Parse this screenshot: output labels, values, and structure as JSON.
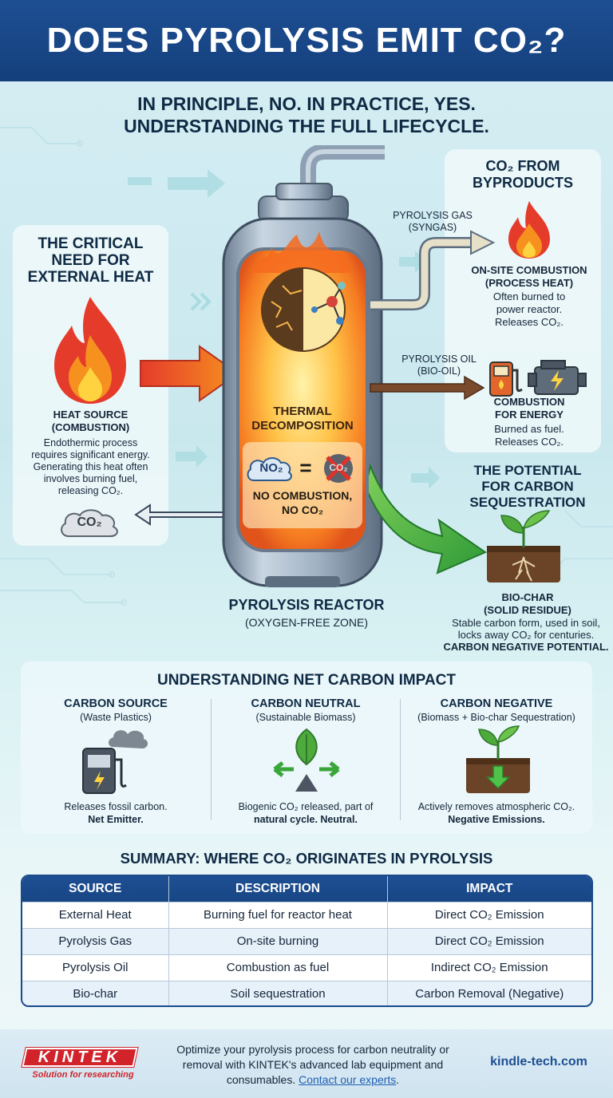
{
  "title": "DOES PYROLYSIS EMIT CO₂?",
  "subtitle_line1": "IN PRINCIPLE, NO. IN PRACTICE, YES.",
  "subtitle_line2": "UNDERSTANDING THE FULL LIFECYCLE.",
  "external_heat": {
    "heading_line1": "THE CRITICAL",
    "heading_line2": "NEED FOR",
    "heading_line3": "EXTERNAL HEAT",
    "source_label_line1": "HEAT SOURCE",
    "source_label_line2": "(COMBUSTION)",
    "desc_line1": "Endothermic process",
    "desc_line2": "requires significant energy.",
    "desc_line3": "Generating this heat often",
    "desc_line4": "involves burning fuel,",
    "desc_line5": "releasing CO₂.",
    "cloud_label": "CO₂"
  },
  "reactor": {
    "process_line1": "THERMAL",
    "process_line2": "DECOMPOSITION",
    "no2_label": "NO₂",
    "equals": "=",
    "co2_label": "CO₂",
    "no_combustion_line1": "NO COMBUSTION,",
    "no_combustion_line2": "NO CO₂",
    "name": "PYROLYSIS REACTOR",
    "zone": "(OXYGEN-FREE ZONE)"
  },
  "byproducts": {
    "heading_line1": "CO₂ FROM",
    "heading_line2": "BYPRODUCTS",
    "gas_label_line1": "PYROLYSIS GAS",
    "gas_label_line2": "(SYNGAS)",
    "gas_use_line1": "ON-SITE COMBUSTION",
    "gas_use_line2": "(PROCESS HEAT)",
    "gas_desc_line1": "Often burned to",
    "gas_desc_line2": "power reactor.",
    "gas_desc_line3": "Releases CO₂.",
    "oil_label_line1": "PYROLYSIS OIL",
    "oil_label_line2": "(BIO-OIL)",
    "oil_use_line1": "COMBUSTION",
    "oil_use_line2": "FOR ENERGY",
    "oil_desc_line1": "Burned as fuel.",
    "oil_desc_line2": "Releases CO₂."
  },
  "sequestration": {
    "heading_line1": "THE POTENTIAL",
    "heading_line2": "FOR CARBON",
    "heading_line3": "SEQUESTRATION",
    "char_label_line1": "BIO-CHAR",
    "char_label_line2": "(SOLID RESIDUE)",
    "desc_line1": "Stable carbon form, used in soil,",
    "desc_line2": "locks away CO₂ for centuries.",
    "desc_line3": "CARBON NEGATIVE POTENTIAL."
  },
  "net_impact": {
    "heading": "UNDERSTANDING NET CARBON IMPACT",
    "columns": [
      {
        "title": "CARBON SOURCE",
        "sub": "(Waste Plastics)",
        "desc_line1": "Releases fossil carbon.",
        "desc_line2": "Net Emitter."
      },
      {
        "title": "CARBON NEUTRAL",
        "sub": "(Sustainable Biomass)",
        "desc_line1": "Biogenic CO₂ released, part of",
        "desc_line2": "natural cycle. Neutral."
      },
      {
        "title": "CARBON NEGATIVE",
        "sub": "(Biomass + Bio-char Sequestration)",
        "desc_line1": "Actively removes atmospheric CO₂.",
        "desc_line2": "Negative Emissions."
      }
    ]
  },
  "summary": {
    "heading": "SUMMARY: WHERE CO₂ ORIGINATES IN PYROLYSIS",
    "headers": [
      "SOURCE",
      "DESCRIPTION",
      "IMPACT"
    ],
    "rows": [
      [
        "External Heat",
        "Burning fuel for reactor heat",
        "Direct CO₂ Emission"
      ],
      [
        "Pyrolysis Gas",
        "On-site burning",
        "Direct CO₂ Emission"
      ],
      [
        "Pyrolysis Oil",
        "Combustion as fuel",
        "Indirect CO₂ Emission"
      ],
      [
        "Bio-char",
        "Soil sequestration",
        "Carbon Removal (Negative)"
      ]
    ]
  },
  "footer": {
    "logo": "KINTEK",
    "tagline": "Solution for researching",
    "text_line1": "Optimize your pyrolysis process for carbon neutrality or",
    "text_line2": "removal with KINTEK's advanced lab equipment and",
    "text_line3_pre": "consumables. ",
    "link": "Contact our experts",
    "text_line3_post": ".",
    "site": "kindle-tech.com"
  },
  "colors": {
    "banner": "#1e4f93",
    "flame_red": "#e53b2b",
    "flame_orange": "#f6911f",
    "arrow_green": "#3aa53a",
    "accent_red": "#d2232a"
  }
}
